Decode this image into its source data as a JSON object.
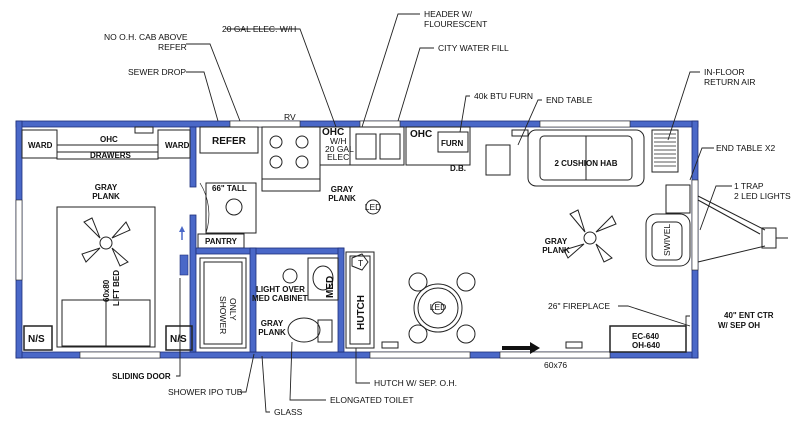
{
  "colors": {
    "wall": "#4a68c8",
    "line": "#222222",
    "background": "#ffffff"
  },
  "callouts": {
    "no_oh_cab": "NO O.H. CAB ABOVE",
    "no_oh_cab_2": "REFER",
    "sewer_drop": "SEWER DROP",
    "wh_20gal": "20 GAL ELEC. W/H",
    "header": "HEADER W/",
    "header_2": "FLOURESCENT",
    "city_water": "CITY WATER FILL",
    "furnace": "40k BTU FURN",
    "end_table": "END TABLE",
    "infloor": "IN-FLOOR",
    "infloor_2": "RETURN AIR",
    "end_table_x2": "END TABLE X2",
    "trap": "1 TRAP",
    "trap_2": "2 LED LIGHTS",
    "fireplace": "26\" FIREPLACE",
    "ent_ctr": "40\" ENT CTR",
    "ent_ctr_2": "W/ SEP OH",
    "sliding_door": "SLIDING DOOR",
    "shower_tub": "SHOWER IPO TUB",
    "glass": "GLASS",
    "toilet": "ELONGATED TOILET",
    "hutch_sep": "HUTCH W/ SEP. O.H."
  },
  "rooms": {
    "ward_left": "WARD",
    "ohc_bed": "OHC",
    "drawers": "DRAWERS",
    "ward_right": "WARD",
    "gray_plank_bed": "GRAY",
    "gray_plank_bed_2": "PLANK",
    "bed": "60x80",
    "bed_2": "LIFT BED",
    "ns_left": "N/S",
    "ns_right": "N/S",
    "rv": "RV",
    "refer": "REFER",
    "tall": "66\" TALL",
    "ohc_kitchen": "OHC",
    "wh_box": "W/H",
    "wh_box_2": "20 GAL",
    "wh_box_3": "ELEC",
    "ohc_furn": "OHC",
    "furn": "FURN",
    "db": "D.B.",
    "gray_plank_kitchen": "GRAY",
    "gray_plank_kitchen_2": "PLANK",
    "led_kitchen": "LED",
    "pantry": "PANTRY",
    "shower": "SHOWER",
    "shower_2": "ONLY",
    "light_over": "LIGHT OVER",
    "light_over_2": "MED CABINET",
    "med": "MED",
    "gray_plank_bath": "GRAY",
    "gray_plank_bath_2": "PLANK",
    "hutch": "HUTCH",
    "hutch_t": "T",
    "led_dining": "LED",
    "sofa": "2 CUSHION HAB",
    "gray_plank_living": "GRAY",
    "gray_plank_living_2": "PLANK",
    "swivel": "SWIVEL",
    "ec": "EC-640",
    "oh": "OH-640",
    "door_size": "60x76"
  }
}
